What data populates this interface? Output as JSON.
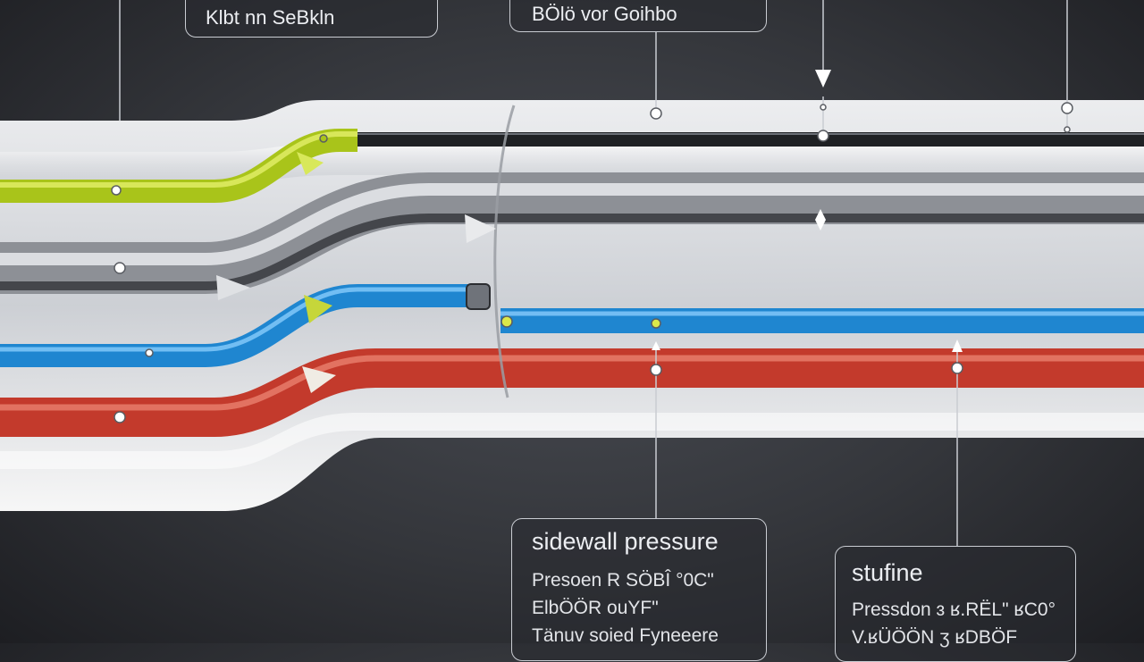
{
  "callouts": {
    "top_left": {
      "title": "Klbt nn SeBkln"
    },
    "top_middle": {
      "title": "BÖlö vor Goihbo"
    },
    "bottom_left": {
      "title": "sidewall pressure",
      "lines": [
        "Presoen R SÖBÎ °0C\"",
        "ElbÖÖR ouYF\"",
        "Tänuv soied Fyneeere"
      ]
    },
    "bottom_right": {
      "title": "stufine",
      "lines": [
        "Pressdon ɜ ʁ.RËL\" ʁC0°",
        "V.ʁÜÖÖN ʒ ʁDBÖF"
      ]
    }
  },
  "pipes": [
    {
      "name": "yellow-green-pipe",
      "color": "#a9c41a"
    },
    {
      "name": "gray-pipe",
      "color": "#8d9096"
    },
    {
      "name": "blue-pipe",
      "color": "#1f86d0"
    },
    {
      "name": "red-pipe",
      "color": "#c33a2c"
    }
  ]
}
